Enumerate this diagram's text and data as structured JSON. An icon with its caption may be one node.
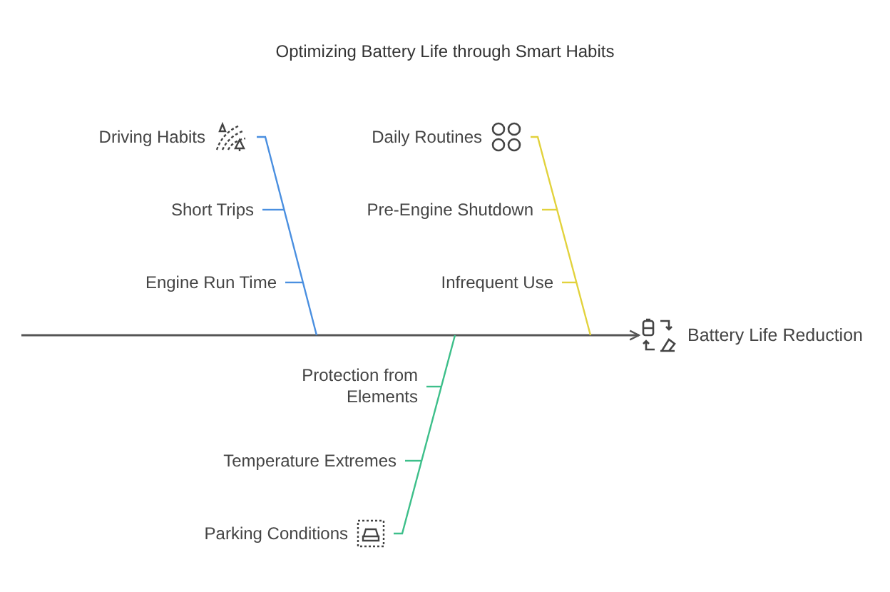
{
  "diagram": {
    "title": "Optimizing Battery Life through Smart Habits",
    "nodes": [
      {
        "text": [
          "Battery Life Reduction"
        ]
      },
      {
        "text": [
          "Driving Habits"
        ]
      },
      {
        "text": [
          "Short Trips"
        ]
      },
      {
        "text": [
          "Engine Run Time"
        ]
      },
      {
        "text": [
          "Daily Routines"
        ]
      },
      {
        "text": [
          "Pre-Engine Shutdown"
        ]
      },
      {
        "text": [
          "Infrequent Use"
        ]
      },
      {
        "text": [
          "Protection from Elements"
        ]
      },
      {
        "text": [
          "Temperature Extremes"
        ]
      },
      {
        "text": [
          "Parking Conditions"
        ]
      }
    ],
    "edges": [
      {
        "from": null,
        "to": 0,
        "arrow": "to",
        "color": "#555555"
      },
      {
        "from": 1,
        "to": null,
        "arrow": "none",
        "color": "#4a8fe0"
      },
      {
        "from": 2,
        "to": null,
        "arrow": "none",
        "color": "#4a8fe0"
      },
      {
        "from": 3,
        "to": null,
        "arrow": "none",
        "color": "#4a8fe0"
      },
      {
        "from": 4,
        "to": null,
        "arrow": "none",
        "color": "#e2d23c"
      },
      {
        "from": 5,
        "to": null,
        "arrow": "none",
        "color": "#e2d23c"
      },
      {
        "from": 6,
        "to": null,
        "arrow": "none",
        "color": "#e2d23c"
      },
      {
        "from": 9,
        "to": null,
        "arrow": "none",
        "color": "#3dbf8a"
      },
      {
        "from": 7,
        "to": null,
        "arrow": "none",
        "color": "#3dbf8a"
      },
      {
        "from": 8,
        "to": null,
        "arrow": "none",
        "color": "#3dbf8a"
      }
    ]
  }
}
